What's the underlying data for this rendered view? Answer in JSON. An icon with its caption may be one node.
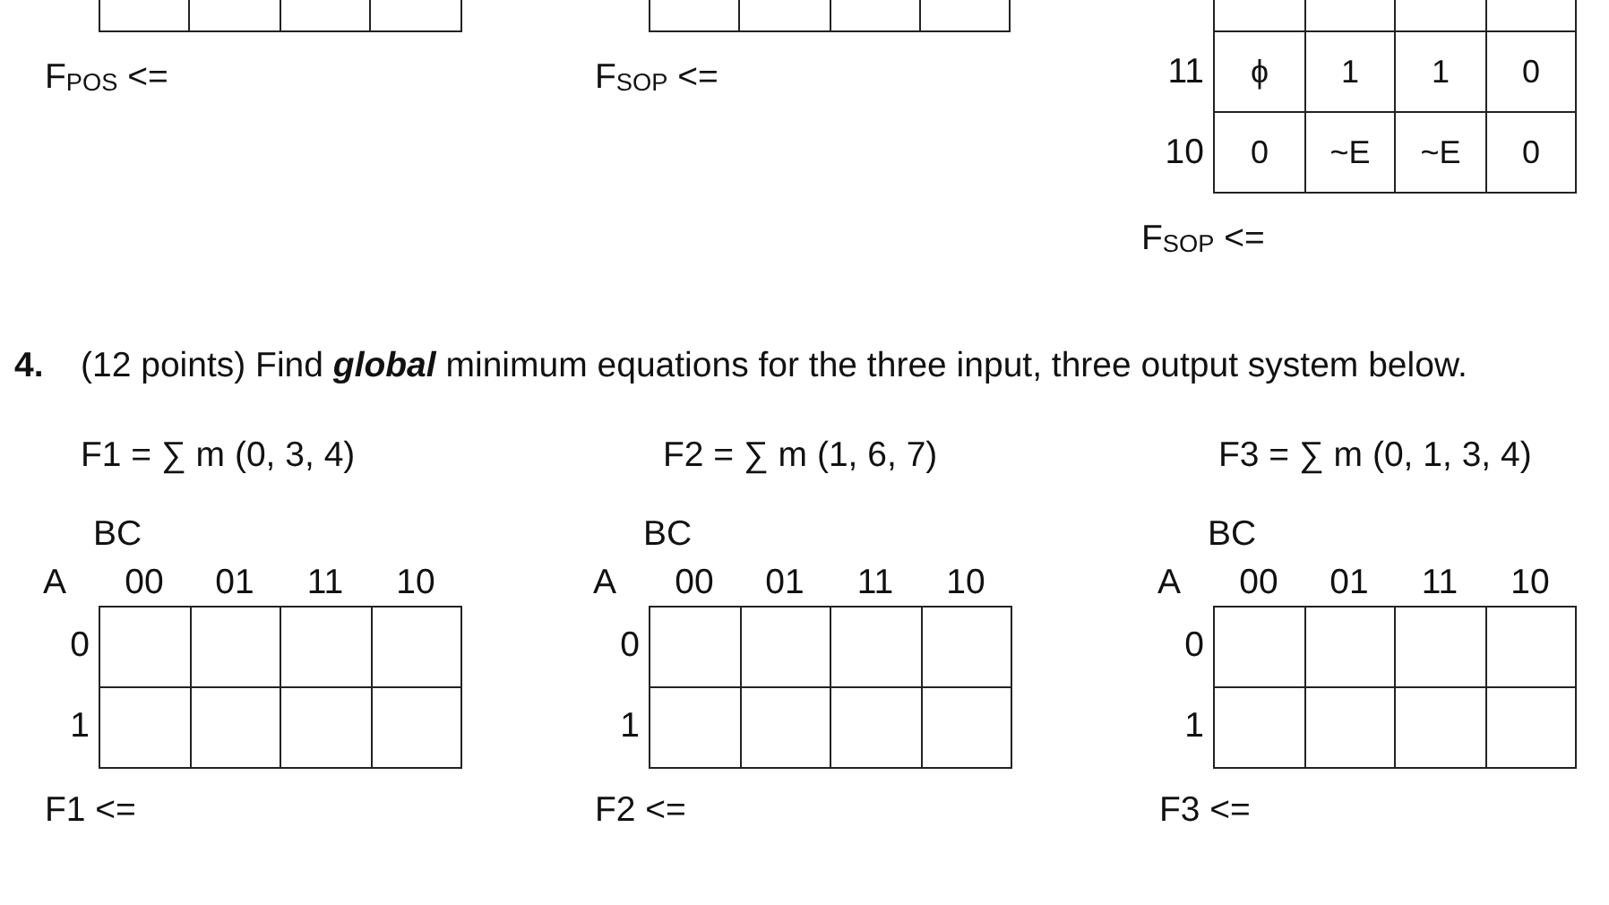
{
  "diagram": {
    "labels": [
      "F$_{POS}$ <=",
      "F$_{SOP}$ <=",
      "11",
      "ϕ",
      "1",
      "1",
      "0",
      "10",
      "0",
      "~E",
      "~E",
      "0",
      "F$_{SOP}$ <=",
      "4.",
      "(12 points) Find **global** minimum equations for the three input, three output system below.",
      "F1 = ∑ m (0, 3, 4)",
      "F2 = ∑ m (1, 6, 7)",
      "F3 = ∑ m (0, 1, 3, 4)",
      "BC",
      "A",
      "00",
      "01",
      "11",
      "10",
      "0",
      "1",
      "F1 <=",
      "BC",
      "A",
      "00",
      "01",
      "11",
      "10",
      "0",
      "1",
      "F2 <=",
      "BC",
      "A",
      "00",
      "01",
      "11",
      "10",
      "0",
      "1",
      "F3 <="
    ]
  }
}
